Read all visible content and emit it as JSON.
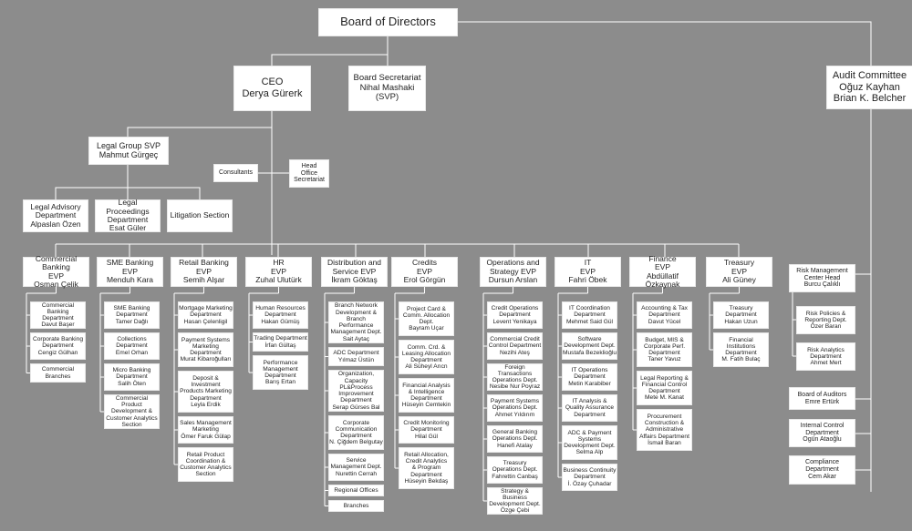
{
  "board": "Board of Directors",
  "ceo": "CEO\nDerya Gürerk",
  "board_secretariat": "Board Secretariat\nNihal Mashaki\n(SVP)",
  "audit_committee": "Audit Committee\nOğuz Kayhan\nBrian K. Belcher",
  "legal_group": "Legal Group SVP\nMahmut Gürgeç",
  "consultants": "Consultants",
  "head_office_secretariat": "Head\nOffice\nSecretariat",
  "legal_advisory": "Legal Advisory\nDepartment\nAlpaslan Özen",
  "legal_proceedings": "Legal Proceedings\nDepartment\nEsat Güler",
  "litigation": "Litigation Section",
  "evps": [
    {
      "title": "Commercial Banking\nEVP\nOsman Çelik",
      "depts": [
        "Commercial Banking\nDepartment\nDavut  Başer",
        "Corporate Banking\nDepartment\nCengiz Gülhan",
        "Commercial\nBranches"
      ]
    },
    {
      "title": "SME Banking\nEVP\nMenduh Kara",
      "depts": [
        "SME Banking\nDepartment\nTamer  Dağlı",
        "Collections\nDepartment\nEmel Orhan",
        "Micro Banking\nDepartment\nSalih Öten",
        "Commercial Product\nDevelopment &\nCustomer Analytics\nSection"
      ]
    },
    {
      "title": "Retail Banking\nEVP\nSemih  Alşar",
      "depts": [
        "Mortgage Marketing\nDepartment\nHasan Çelenligil",
        "Payment Systems\nMarketing\nDepartment\nMurat  Kibaroğulları",
        "Deposit &\nInvestment\nProducts Marketing\nDepartment\nLeyla Erdik",
        "Sales Management\nMarketing\nÖmer Faruk Gülap",
        "Retail Product\nCoordination &\nCustomer Analytics\nSection"
      ]
    },
    {
      "title": "HR\nEVP\nZuhal Ulutürk",
      "depts": [
        "Human Resources\nDepartment\nHakan  Gümüş",
        "Trading Department\nİrfan  Gültaş",
        "Performance\nManagement\nDepartment\nBarış  Ertan"
      ]
    },
    {
      "title": "Distribution and\nService EVP\nİkram  Göktaş",
      "depts": [
        "Branch Network\nDevelopment &\nBranch Performance\nManagement Dept.\nSait Aytaç",
        "ADC Department\nYılmaz  Üstün",
        "Organization,\nCapacity PL&Process\nImprovement\nDepartment\nSerap Gürses Bal",
        "Corporate\nCommunication\nDepartment\nN. Çiğdem Belgutay",
        "Service\nManagement Dept.\nNurettin Cerrah",
        "Regional Offices",
        "Branches"
      ]
    },
    {
      "title": "Credits\nEVP\nErol Görgün",
      "depts": [
        "Project Card &\nComm. Allocation\nDept.\nBayram Uçar",
        "Comm. Crd. &\nLeasing Allocation\nDepartment\nAli Süheyl  Arıcn",
        "Financial Analysis\n& Intelligence\nDepartment\nHüseyin Cemtekin",
        "Credit Monitoring\nDepartment\nHilal Gül",
        "Retail Allocation,\nCredit Analytics\n& Program\nDepartment\nHüseyin  Bekdaş"
      ]
    },
    {
      "title": "Operations and\nStrategy EVP\nDursun Arslan",
      "depts": [
        "Credit Operations\nDepartment\nLevent Yenikaya",
        "Commercial Credit\nControl Department\nNezihi  Ateş",
        "Foreign Transactions\nOperations Dept.\nNesibe Nur Poyraz",
        "Payment Systems\nOperations Dept.\nAhmet  Yıldırım",
        "General Banking\nOperations Dept.\nHanefi Atalay",
        "Treasury\nOperations Dept.\nFahrettin  Canbaş",
        "Strategy & Business\nDevelopment Dept.\nÖzge Çebi"
      ]
    },
    {
      "title": "IT\nEVP\nFahri Öbek",
      "depts": [
        "IT Coordination\nDepartment\nMehmet Said Gül",
        "Software\nDevelopment Dept.\nMustafa  Bezeklioğlu",
        "IT Operations\nDepartment\nMetin Karabiber",
        "IT Analysis &\nQuality Assurance\nDepartment",
        "ADC & Payment\nSystems\nDevelopment Dept.\nSelma Alp",
        "Business Continuity\nDepartment\nİ. Özay  Çuhadar"
      ]
    },
    {
      "title": "Finance\nEVP\nAbdüllatif Özkaynak",
      "depts": [
        "Accounting & Tax\nDepartment\nDavut Yücel",
        "Budget, MIS &\nCorporate Perf.\nDepartment\nTaner Yavuz",
        "Legal Reporting &\nFinancial Control\nDepartment\nMete M. Kanat",
        "Procurement\nConstruction &\nAdministrative\nAffairs Department\nİsmail  Baran"
      ]
    },
    {
      "title": "Treasury\nEVP\nAli Güney",
      "depts": [
        "Treasury\nDepartment\nHakan Uzun",
        "Financial\nInstitutions\nDepartment\nM. Fatih Bulaç"
      ]
    }
  ],
  "risk_head": "Risk Management\nCenter Head\nBurcu  Çalıklı",
  "risk_depts": [
    "Risk Policies &\nReporting Dept.\nÖzer Baran",
    "Risk Analytics\nDepartment\nAhmet Mert"
  ],
  "board_of_auditors": "Board of Auditors\nEmre Ertürk",
  "internal_control": "Internal Control\nDepartment\nOgün Ataoğlu",
  "compliance": "Compliance\nDepartment\nCem Akar"
}
